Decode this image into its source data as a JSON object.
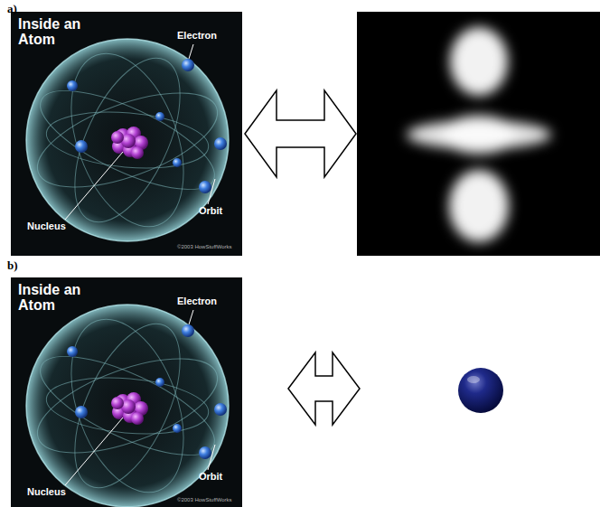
{
  "diagram": {
    "labels": [
      "a)",
      "Inside an Atom",
      "Electron",
      "Nucleus",
      "Orbit",
      "©2003 HowStuffWorks",
      "b)",
      "Inside an Atom",
      "Electron",
      "Nucleus",
      "Orbit",
      "©2003 HowStuffWorks"
    ]
  }
}
